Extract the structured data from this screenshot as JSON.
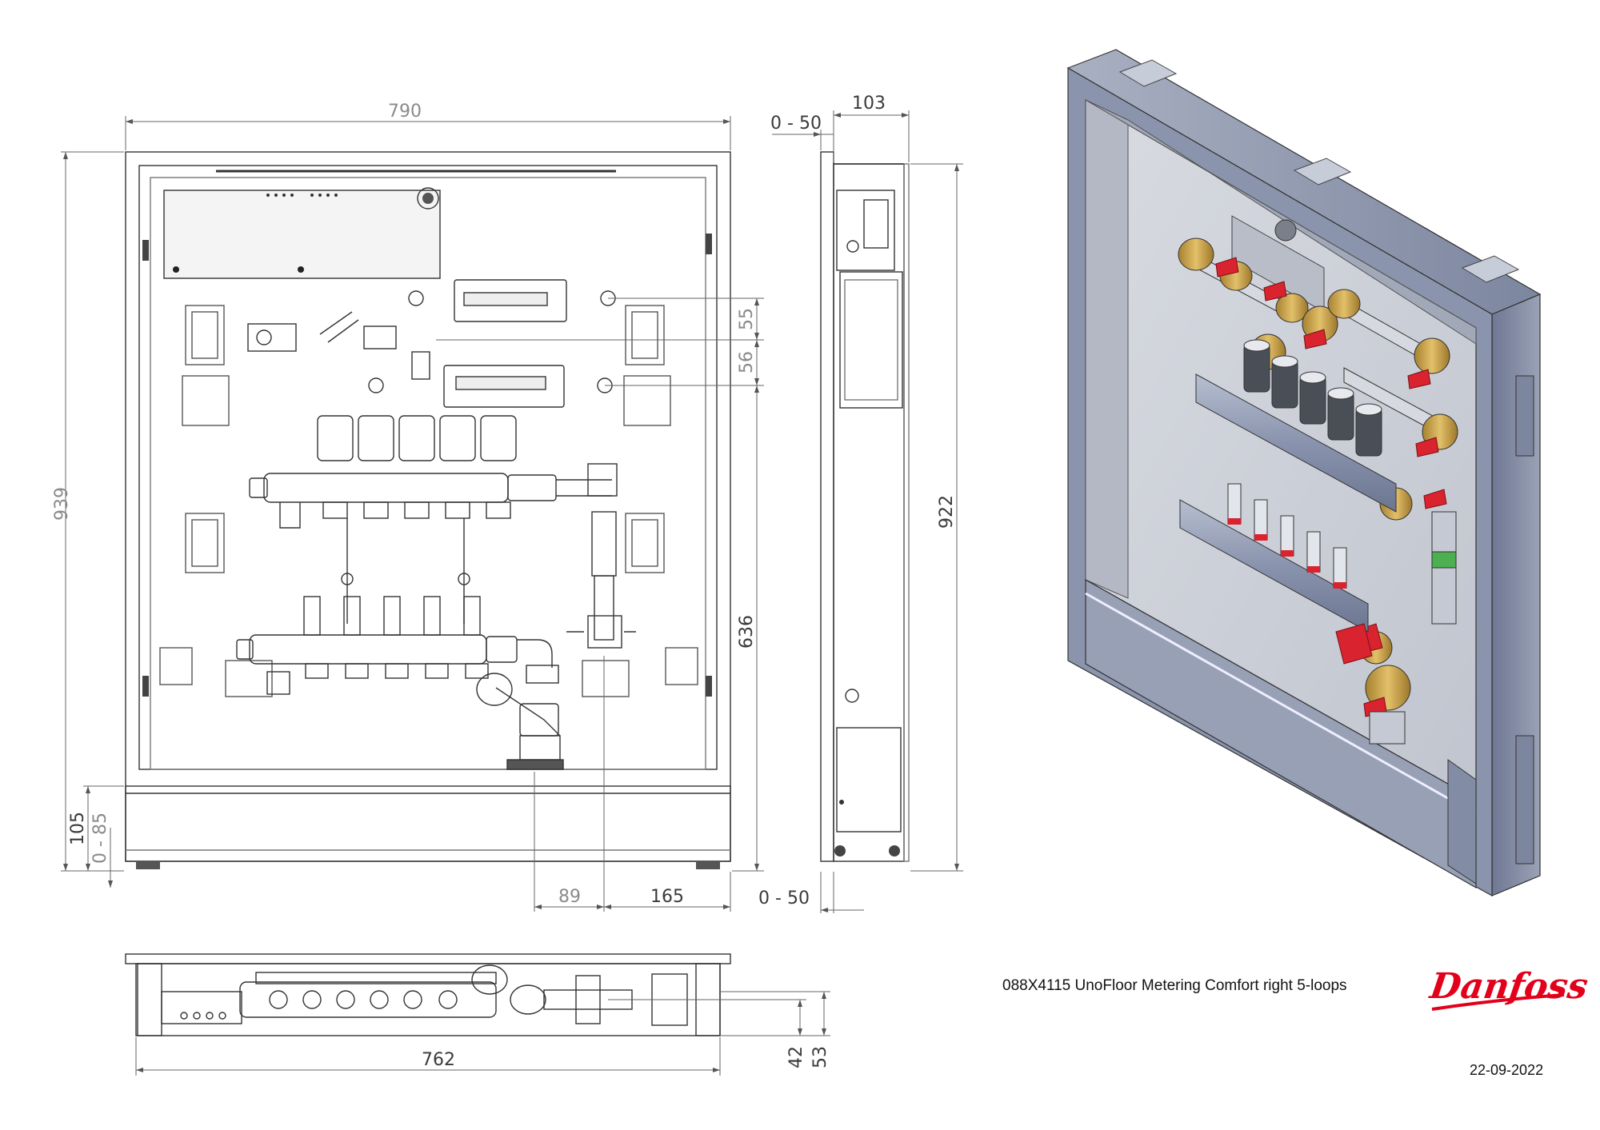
{
  "caption": "088X4115 UnoFloor Metering Comfort right 5-loops",
  "date": "22-09-2022",
  "logo_text": "Danfoss",
  "colors": {
    "brand_red": "#e2001a",
    "cabinet_steel": "#7f8aa6",
    "cabinet_light": "#c9ced8",
    "brass": "#c9a24a",
    "valve_red": "#d9232e",
    "outline": "#333333"
  },
  "front_view": {
    "width_label": "790",
    "height_label": "939",
    "depth_base_label": "105",
    "adjust_label": "0 - 85",
    "spacing_upper_label": "55",
    "spacing_lower_label": "56",
    "height_636_label": "636",
    "offset_89_label": "89",
    "offset_165_label": "165"
  },
  "side_view": {
    "depth_label": "103",
    "adjust_top_label": "0 - 50",
    "height_label": "922",
    "adjust_bottom_label": "0 - 50"
  },
  "top_view": {
    "width_label": "762",
    "depth_42_label": "42",
    "depth_53_label": "53"
  }
}
